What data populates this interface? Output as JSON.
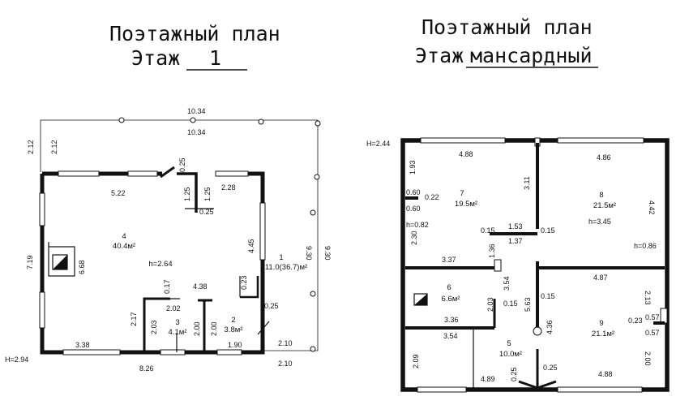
{
  "plans": [
    {
      "title_line1": "Поэтажный план",
      "title_line2_prefix": "Этаж",
      "title_line2_value": "1",
      "height_label": "H=2.94",
      "dims": {
        "top_outer_a": "10.34",
        "top_outer_b": "10.34",
        "left_outer_a": "2.12",
        "left_outer_b": "2.12",
        "right_outer_a": "9.30",
        "right_outer_b": "9.30",
        "bottom_outer_a": "2.10",
        "bottom_outer_b": "2.10",
        "left_wall": "7.19",
        "bottom_wall": "8.26",
        "d_522": "5.22",
        "d_025_top": "0.25",
        "d_125_a": "1.25",
        "d_125_b": "1.25",
        "d_025_mid": "0.25",
        "d_228": "2.28",
        "d_445": "4.45",
        "d_668": "6.68",
        "d_023": "0.23",
        "d_025_right": "0.25",
        "d_017": "0.17",
        "d_202": "2.02",
        "d_438": "4.38",
        "d_217": "2.17",
        "d_203": "2.03",
        "d_200_a": "2.00",
        "d_200_b": "2.00",
        "d_338": "3.38",
        "d_190": "1.90"
      },
      "rooms": [
        {
          "num": "4",
          "area": "40.4м²",
          "extra": "h=2.64"
        },
        {
          "num": "1",
          "area": "11.0(36.7)м²"
        },
        {
          "num": "3",
          "area": "4.1м²"
        },
        {
          "num": "2",
          "area": "3.8м²"
        }
      ]
    },
    {
      "title_line1": "Поэтажный план",
      "title_line2_prefix": "Этаж",
      "title_line2_value": "мансардный",
      "height_label": "H=2.44",
      "dims": {
        "d_488_top": "4.88",
        "d_486": "4.86",
        "d_193": "1.93",
        "d_311": "3.11",
        "d_442": "4.42",
        "d_060_a": "0.60",
        "d_022": "0.22",
        "d_060_b": "0.60",
        "h_082": "h=0.82",
        "d_230": "2.30",
        "d_015_a": "0.15",
        "d_153": "1.53",
        "d_015_b": "0.15",
        "d_137": "1.37",
        "h_345": "h=3.45",
        "h_086": "h=0.86",
        "d_337": "3.37",
        "d_136": "1.36",
        "d_354_v": "3.54",
        "d_487": "4.87",
        "d_015_c": "0.15",
        "d_563": "5.63",
        "d_203": "2.03",
        "d_015_d": "0.15",
        "d_336": "3.36",
        "d_213": "2.13",
        "d_057_a": "0.57",
        "d_023": "0.23",
        "d_057_b": "0.57",
        "d_354_h": "3.54",
        "d_436": "4.36",
        "d_209": "2.09",
        "d_200": "2.00",
        "d_489": "4.89",
        "d_025_a": "0.25",
        "d_025_b": "0.25",
        "d_488_bottom": "4.88"
      },
      "rooms": [
        {
          "num": "7",
          "area": "19.5м²"
        },
        {
          "num": "8",
          "area": "21.5м²"
        },
        {
          "num": "6",
          "area": "6.6м²"
        },
        {
          "num": "9",
          "area": "21.1м²"
        },
        {
          "num": "5",
          "area": "10.0м²"
        }
      ]
    }
  ]
}
